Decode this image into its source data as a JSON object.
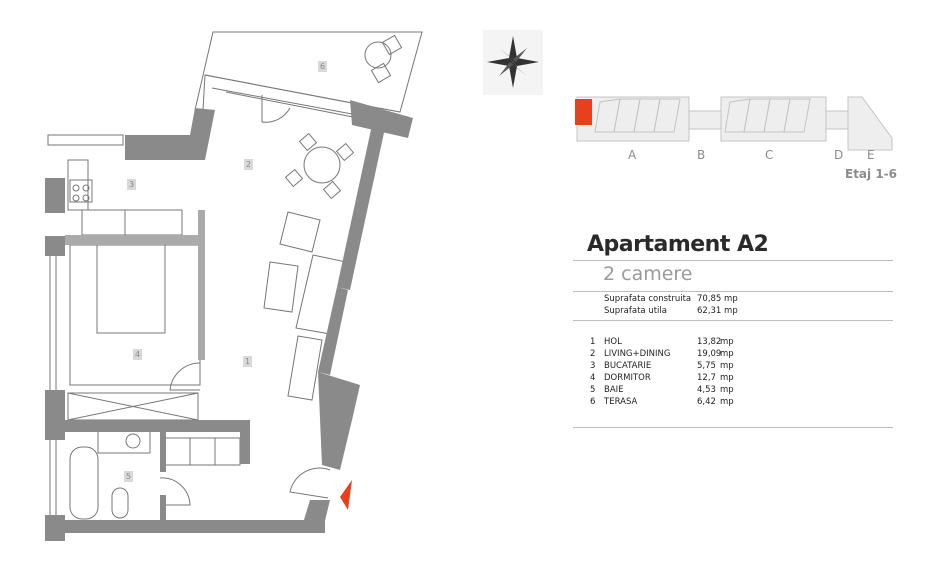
{
  "apartment": {
    "title": "Apartament A2",
    "rooms_count": "2 camere",
    "areas": [
      {
        "label": "Suprafata construita",
        "value": "70,85 mp"
      },
      {
        "label": "Suprafata utila",
        "value": "62,31 mp"
      }
    ],
    "rooms": [
      {
        "num": "1",
        "name": "HOL",
        "area": "13,82",
        "unit": "mp"
      },
      {
        "num": "2",
        "name": "LIVING+DINING",
        "area": "19,09",
        "unit": "mp"
      },
      {
        "num": "3",
        "name": "BUCATARIE",
        "area": "5,75",
        "unit": "mp"
      },
      {
        "num": "4",
        "name": "DORMITOR",
        "area": "12,7",
        "unit": "mp"
      },
      {
        "num": "5",
        "name": "BAIE",
        "area": "4,53",
        "unit": "mp"
      },
      {
        "num": "6",
        "name": "TERASA",
        "area": "6,42",
        "unit": "mp"
      }
    ]
  },
  "site_plan": {
    "sections": [
      "A",
      "B",
      "C",
      "D",
      "E"
    ],
    "floors": "Etaj 1-6",
    "highlight_color": "#e8401c"
  },
  "floor_plan": {
    "room_labels": [
      "1",
      "2",
      "3",
      "4",
      "5",
      "6"
    ],
    "wall_color": "#8a8a8a",
    "entrance_marker_color": "#e8401c"
  },
  "compass": {
    "icon": "compass-rose-icon"
  }
}
